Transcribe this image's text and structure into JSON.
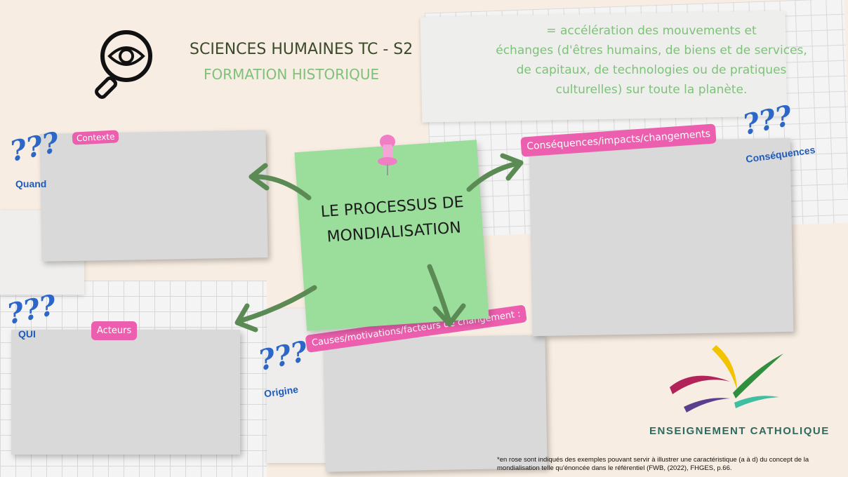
{
  "header": {
    "title": "SCIENCES HUMAINES TC - S2",
    "subtitle": "FORMATION HISTORIQUE",
    "icon": "magnifier-eye-icon"
  },
  "definition": [
    "= accélération des mouvements et",
    "échanges (d'êtres humains, de biens et de services,",
    "de capitaux, de technologies ou de pratiques",
    "culturelles) sur toute la planète."
  ],
  "center": {
    "line1": "LE PROCESSUS DE",
    "line2": "MONDIALISATION",
    "color": "#9bde9c"
  },
  "boxes": {
    "contexte": {
      "tag": "Contexte",
      "question": "Quand"
    },
    "acteurs": {
      "tag": "Acteurs",
      "question": "QUI"
    },
    "causes": {
      "tag": "Causes/motivations/facteurs de changement :",
      "question": "Origine"
    },
    "consequences": {
      "tag": "Conséquences/impacts/changements",
      "question": "Conséquences"
    }
  },
  "question_marks": "???",
  "logo": {
    "text": "ENSEIGNEMENT CATHOLIQUE"
  },
  "footnote": "*en rose sont indiqués des exemples pouvant servir à illustrer une caractéristique (a à d) du concept de la mondialisation telle qu'énoncée dans le référentiel (FWB, (2022), FHGES, p.66.",
  "colors": {
    "tag": "#ec5fae",
    "question": "#2c67c7",
    "arrow": "#5c8a55",
    "title": "#7fc17a"
  }
}
